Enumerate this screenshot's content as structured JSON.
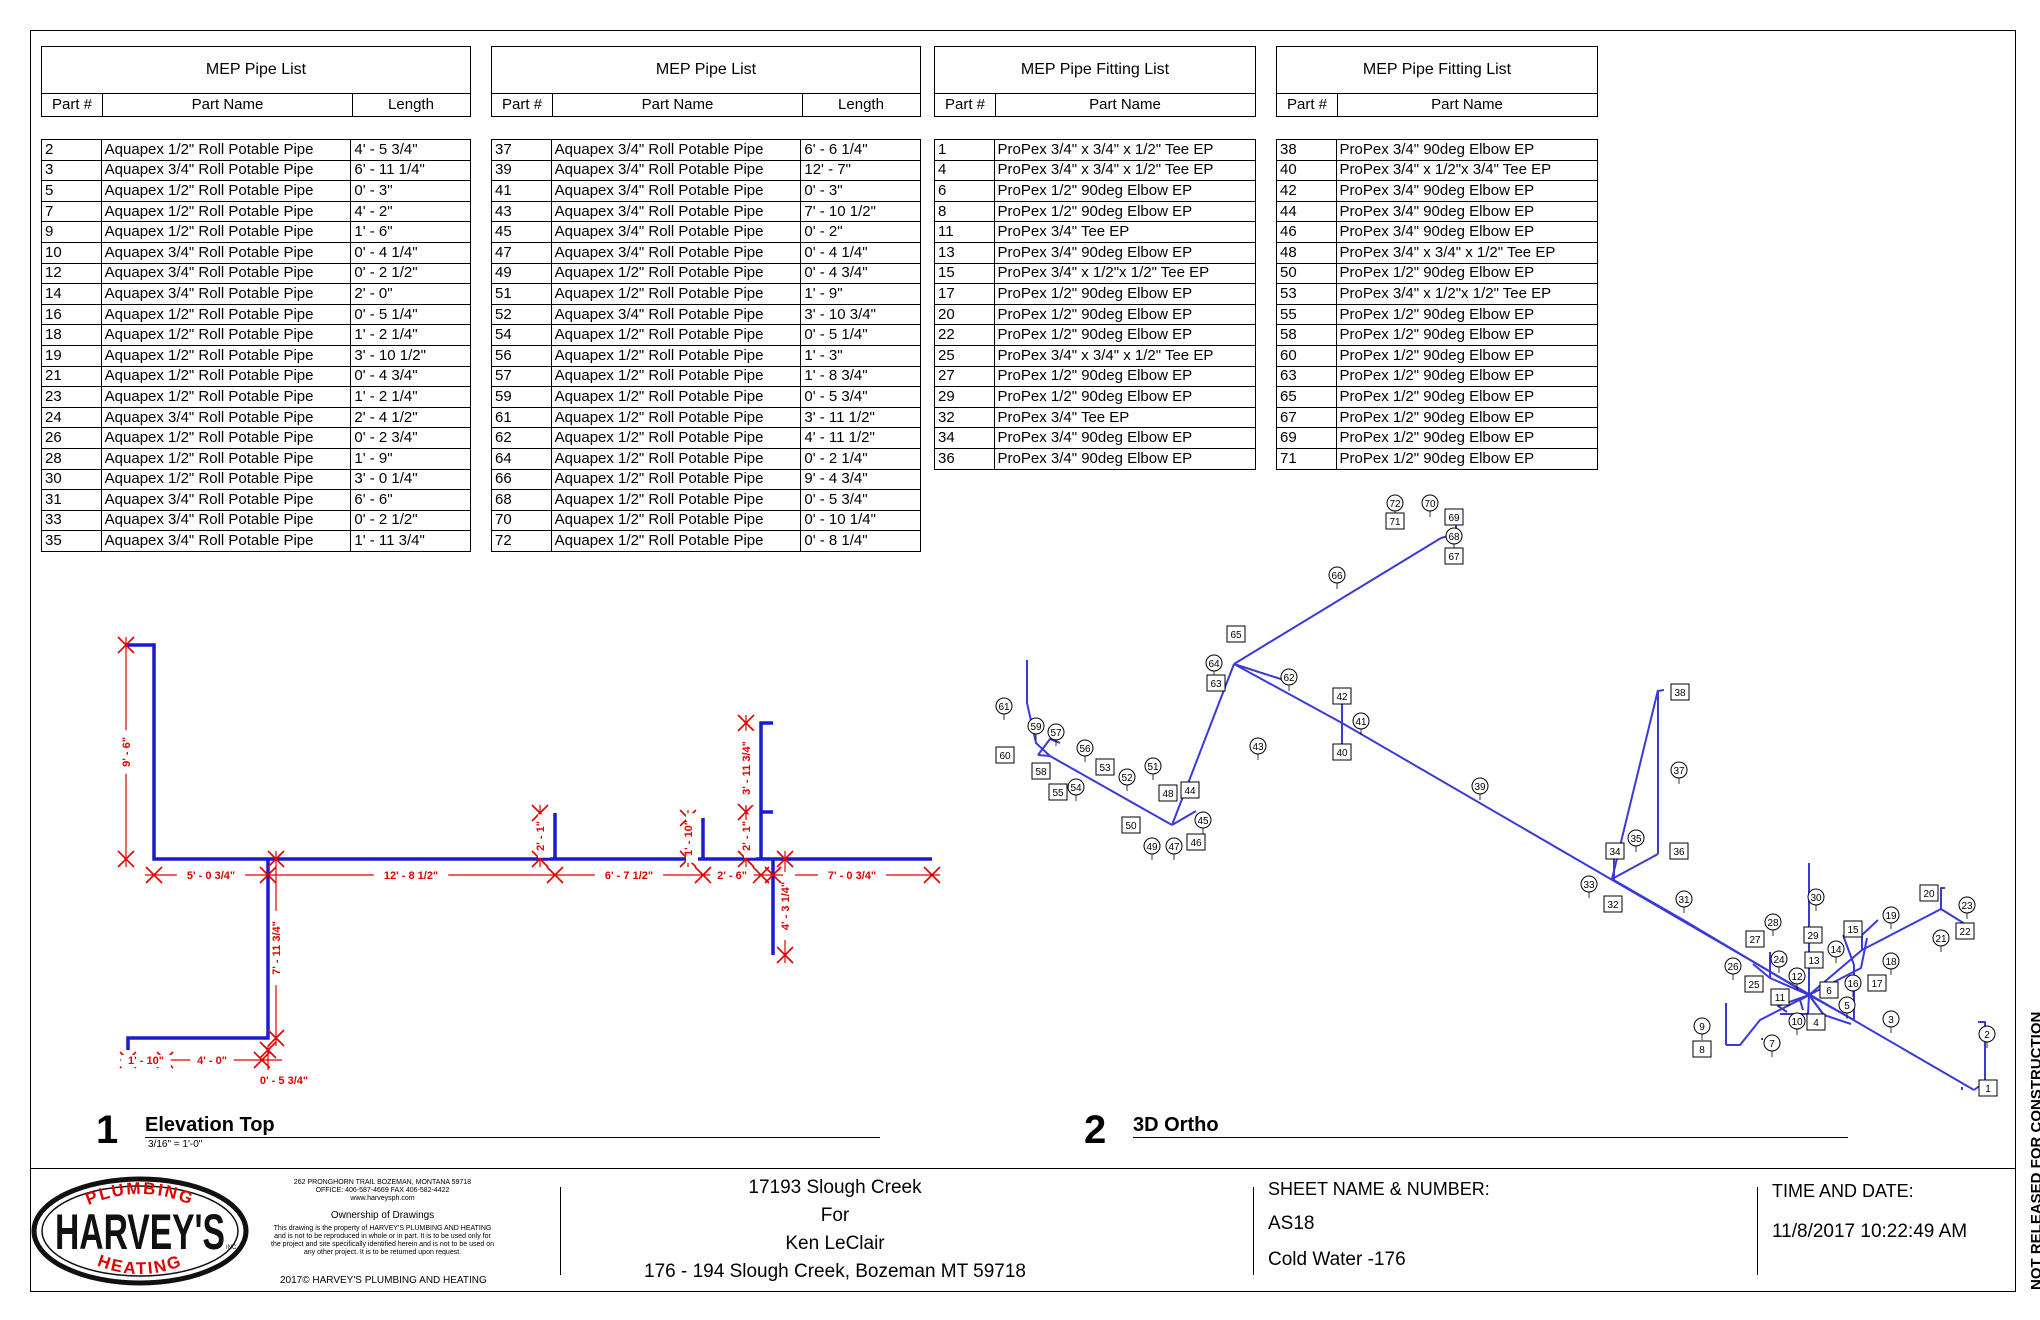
{
  "pipe_list_1": {
    "title": "MEP Pipe List",
    "columns": [
      "Part #",
      "Part Name",
      "Length"
    ],
    "rows": [
      [
        "2",
        "Aquapex  1/2\" Roll Potable Pipe",
        "4' - 5 3/4\""
      ],
      [
        "3",
        "Aquapex  3/4\" Roll Potable Pipe",
        "6' - 11 1/4\""
      ],
      [
        "5",
        "Aquapex  1/2\" Roll Potable Pipe",
        "0' - 3\""
      ],
      [
        "7",
        "Aquapex  1/2\" Roll Potable Pipe",
        "4' - 2\""
      ],
      [
        "9",
        "Aquapex  1/2\" Roll Potable Pipe",
        "1' - 6\""
      ],
      [
        "10",
        "Aquapex  3/4\" Roll Potable Pipe",
        "0' - 4 1/4\""
      ],
      [
        "12",
        "Aquapex  3/4\" Roll Potable Pipe",
        "0' - 2 1/2\""
      ],
      [
        "14",
        "Aquapex  3/4\" Roll Potable Pipe",
        "2' - 0\""
      ],
      [
        "16",
        "Aquapex  1/2\" Roll Potable Pipe",
        "0' - 5 1/4\""
      ],
      [
        "18",
        "Aquapex  1/2\" Roll Potable Pipe",
        "1' - 2 1/4\""
      ],
      [
        "19",
        "Aquapex  1/2\" Roll Potable Pipe",
        "3' - 10 1/2\""
      ],
      [
        "21",
        "Aquapex  1/2\" Roll Potable Pipe",
        "0' - 4 3/4\""
      ],
      [
        "23",
        "Aquapex  1/2\" Roll Potable Pipe",
        "1' - 2 1/4\""
      ],
      [
        "24",
        "Aquapex  3/4\" Roll Potable Pipe",
        "2' - 4 1/2\""
      ],
      [
        "26",
        "Aquapex  1/2\" Roll Potable Pipe",
        "0' - 2 3/4\""
      ],
      [
        "28",
        "Aquapex  1/2\" Roll Potable Pipe",
        "1' - 9\""
      ],
      [
        "30",
        "Aquapex  1/2\" Roll Potable Pipe",
        "3' - 0 1/4\""
      ],
      [
        "31",
        "Aquapex  3/4\" Roll Potable Pipe",
        "6' - 6\""
      ],
      [
        "33",
        "Aquapex  3/4\" Roll Potable Pipe",
        "0' - 2 1/2\""
      ],
      [
        "35",
        "Aquapex  3/4\" Roll Potable Pipe",
        "1' - 11 3/4\""
      ]
    ]
  },
  "pipe_list_2": {
    "title": "MEP Pipe List",
    "columns": [
      "Part #",
      "Part Name",
      "Length"
    ],
    "rows": [
      [
        "37",
        "Aquapex  3/4\" Roll Potable Pipe",
        "6' - 6 1/4\""
      ],
      [
        "39",
        "Aquapex  3/4\" Roll Potable Pipe",
        "12' - 7\""
      ],
      [
        "41",
        "Aquapex  3/4\" Roll Potable Pipe",
        "0' - 3\""
      ],
      [
        "43",
        "Aquapex  3/4\" Roll Potable Pipe",
        "7' - 10 1/2\""
      ],
      [
        "45",
        "Aquapex  3/4\" Roll Potable Pipe",
        "0' - 2\""
      ],
      [
        "47",
        "Aquapex  3/4\" Roll Potable Pipe",
        "0' - 4 1/4\""
      ],
      [
        "49",
        "Aquapex  1/2\" Roll Potable Pipe",
        "0' - 4 3/4\""
      ],
      [
        "51",
        "Aquapex  1/2\" Roll Potable Pipe",
        "1' - 9\""
      ],
      [
        "52",
        "Aquapex  3/4\" Roll Potable Pipe",
        "3' - 10 3/4\""
      ],
      [
        "54",
        "Aquapex  1/2\" Roll Potable Pipe",
        "0' - 5 1/4\""
      ],
      [
        "56",
        "Aquapex  1/2\" Roll Potable Pipe",
        "1' - 3\""
      ],
      [
        "57",
        "Aquapex  1/2\" Roll Potable Pipe",
        "1' - 8 3/4\""
      ],
      [
        "59",
        "Aquapex  1/2\" Roll Potable Pipe",
        "0' - 5 3/4\""
      ],
      [
        "61",
        "Aquapex  1/2\" Roll Potable Pipe",
        "3' - 11 1/2\""
      ],
      [
        "62",
        "Aquapex  1/2\" Roll Potable Pipe",
        "4' - 11 1/2\""
      ],
      [
        "64",
        "Aquapex  1/2\" Roll Potable Pipe",
        "0' - 2 1/4\""
      ],
      [
        "66",
        "Aquapex  1/2\" Roll Potable Pipe",
        "9' - 4 3/4\""
      ],
      [
        "68",
        "Aquapex  1/2\" Roll Potable Pipe",
        "0' - 5 3/4\""
      ],
      [
        "70",
        "Aquapex  1/2\" Roll Potable Pipe",
        "0' - 10 1/4\""
      ],
      [
        "72",
        "Aquapex  1/2\" Roll Potable Pipe",
        "0' - 8 1/4\""
      ]
    ]
  },
  "fitting_list_1": {
    "title": "MEP Pipe Fitting List",
    "columns": [
      "Part #",
      "Part Name"
    ],
    "rows": [
      [
        "1",
        "ProPex 3/4\" x 3/4\" x  1/2\" Tee EP"
      ],
      [
        "4",
        "ProPex 3/4\" x 3/4\" x  1/2\" Tee EP"
      ],
      [
        "6",
        "ProPex 1/2\" 90deg Elbow EP"
      ],
      [
        "8",
        "ProPex 1/2\" 90deg Elbow EP"
      ],
      [
        "11",
        "ProPex 3/4\" Tee EP"
      ],
      [
        "13",
        "ProPex 3/4\" 90deg Elbow EP"
      ],
      [
        "15",
        "ProPex 3/4\" x 1/2\"x 1/2\" Tee EP"
      ],
      [
        "17",
        "ProPex 1/2\" 90deg Elbow EP"
      ],
      [
        "20",
        "ProPex 1/2\" 90deg Elbow EP"
      ],
      [
        "22",
        "ProPex 1/2\" 90deg Elbow EP"
      ],
      [
        "25",
        "ProPex 3/4\" x 3/4\" x  1/2\" Tee EP"
      ],
      [
        "27",
        "ProPex 1/2\" 90deg Elbow EP"
      ],
      [
        "29",
        "ProPex 1/2\" 90deg Elbow EP"
      ],
      [
        "32",
        "ProPex 3/4\" Tee EP"
      ],
      [
        "34",
        "ProPex 3/4\" 90deg Elbow EP"
      ],
      [
        "36",
        "ProPex 3/4\" 90deg Elbow EP"
      ]
    ]
  },
  "fitting_list_2": {
    "title": "MEP Pipe Fitting List",
    "columns": [
      "Part #",
      "Part Name"
    ],
    "rows": [
      [
        "38",
        "ProPex 3/4\" 90deg Elbow EP"
      ],
      [
        "40",
        "ProPex 3/4\" x 1/2\"x 3/4\" Tee EP"
      ],
      [
        "42",
        "ProPex 3/4\" 90deg Elbow EP"
      ],
      [
        "44",
        "ProPex 3/4\" 90deg Elbow EP"
      ],
      [
        "46",
        "ProPex 3/4\" 90deg Elbow EP"
      ],
      [
        "48",
        "ProPex 3/4\" x 3/4\" x  1/2\" Tee EP"
      ],
      [
        "50",
        "ProPex 1/2\" 90deg Elbow EP"
      ],
      [
        "53",
        "ProPex 3/4\" x 1/2\"x 1/2\" Tee EP"
      ],
      [
        "55",
        "ProPex 1/2\" 90deg Elbow EP"
      ],
      [
        "58",
        "ProPex 1/2\" 90deg Elbow EP"
      ],
      [
        "60",
        "ProPex 1/2\" 90deg Elbow EP"
      ],
      [
        "63",
        "ProPex 1/2\" 90deg Elbow EP"
      ],
      [
        "65",
        "ProPex 1/2\" 90deg Elbow EP"
      ],
      [
        "67",
        "ProPex 1/2\" 90deg Elbow EP"
      ],
      [
        "69",
        "ProPex 1/2\" 90deg Elbow EP"
      ],
      [
        "71",
        "ProPex 1/2\" 90deg Elbow EP"
      ]
    ]
  },
  "elevation": {
    "number": "1",
    "title": "Elevation Top",
    "scale": "3/16\" = 1'-0\"",
    "pipe_color": "#1a1ad0",
    "dim_color": "#e00000",
    "dimensions": [
      "9' - 6\"",
      "5' - 0 3/4\"",
      "12' - 8 1/2\"",
      "6' - 7 1/2\"",
      "2' - 6\"",
      "7' - 0 3/4\"",
      "2' - 1\"",
      "1' - 10\"",
      "2' - 1\"",
      "3' - 11 3/4\"",
      "4' - 3 1/4\"",
      "7' - 11 3/4\"",
      "1' - 10\"",
      "4' - 0\"",
      "0' - 5 3/4\""
    ]
  },
  "ortho": {
    "number": "2",
    "title": "3D Ortho",
    "pipe_color": "#3a3ad8",
    "pipe_tags": [
      "2",
      "3",
      "5",
      "7",
      "9",
      "10",
      "12",
      "14",
      "16",
      "18",
      "19",
      "21",
      "23",
      "24",
      "26",
      "28",
      "30",
      "31",
      "33",
      "35",
      "37",
      "39",
      "41",
      "43",
      "45",
      "47",
      "49",
      "51",
      "52",
      "54",
      "56",
      "57",
      "59",
      "61",
      "62",
      "64",
      "66",
      "68",
      "70",
      "72"
    ],
    "fitting_tags": [
      "1",
      "4",
      "6",
      "8",
      "11",
      "13",
      "15",
      "17",
      "20",
      "22",
      "25",
      "27",
      "29",
      "32",
      "34",
      "36",
      "38",
      "40",
      "42",
      "44",
      "46",
      "48",
      "50",
      "53",
      "55",
      "58",
      "60",
      "63",
      "65",
      "67",
      "69",
      "71"
    ]
  },
  "title_block": {
    "logo_top": "PLUMBING",
    "logo_main": "HARVEY'S",
    "logo_inc": "INC.",
    "logo_bottom": "HEATING",
    "address": "262 PRONGHORN TRAIL BOZEMAN, MONTANA 59718",
    "phone": "OFFICE: 406-587-4669 FAX 406-582-4422",
    "web": "www.harveysph.com",
    "ownership_title": "Ownership of Drawings",
    "ownership_text": "This drawing is the property of HARVEY'S PLUMBING AND HEATING and is not to be reproduced in whole or in part. It is to be used only for the project and site specifically identified herein and is not to be used on any other project. It is to be returned upon request.",
    "copyright": "2017© HARVEY'S PLUMBING AND HEATING",
    "project_name": "17193 Slough Creek",
    "project_for": "For",
    "client": "Ken LeClair",
    "project_address": "176 - 194 Slough Creek, Bozeman MT 59718",
    "sheet_label": "SHEET NAME & NUMBER:",
    "sheet_number": "AS18",
    "sheet_name": "Cold Water -176",
    "time_label": "TIME AND DATE:",
    "time_value": "11/8/2017 10:22:49 AM"
  },
  "side_note": "NOT RELEASED FOR CONSTRUCTION"
}
